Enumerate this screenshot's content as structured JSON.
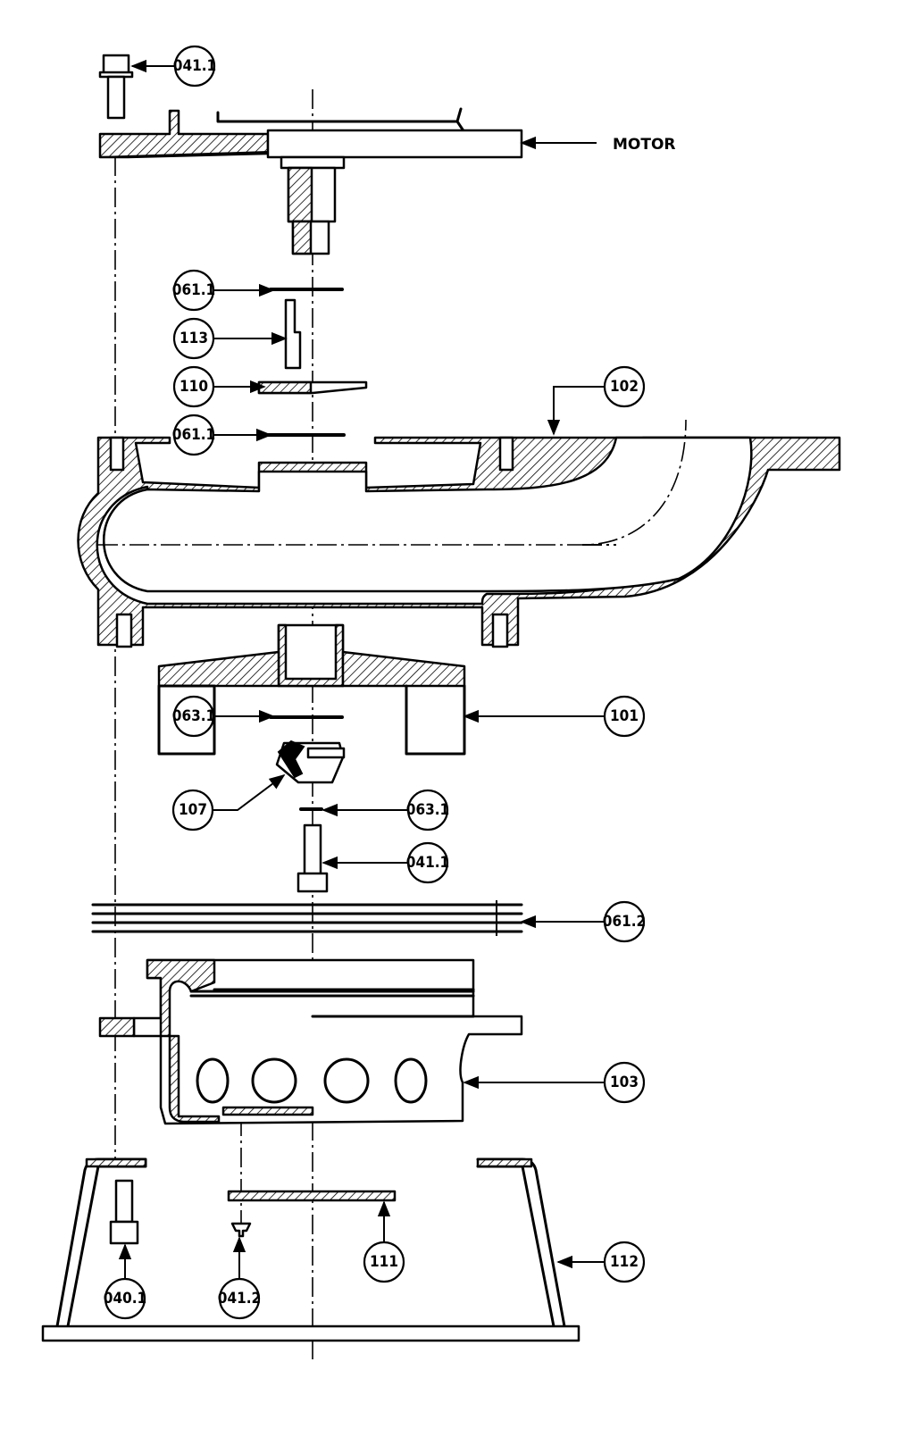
{
  "callouts": [
    {
      "id": "c-041-1-top",
      "label": "041.1"
    },
    {
      "id": "c-061-1-a",
      "label": "061.1"
    },
    {
      "id": "c-113",
      "label": "113"
    },
    {
      "id": "c-110",
      "label": "110"
    },
    {
      "id": "c-102",
      "label": "102"
    },
    {
      "id": "c-061-1-b",
      "label": "061.1"
    },
    {
      "id": "c-063-1-a",
      "label": "063.1"
    },
    {
      "id": "c-101",
      "label": "101"
    },
    {
      "id": "c-107",
      "label": "107"
    },
    {
      "id": "c-063-1-b",
      "label": "063.1"
    },
    {
      "id": "c-041-1-mid",
      "label": "041.1"
    },
    {
      "id": "c-061-2",
      "label": "061.2"
    },
    {
      "id": "c-103",
      "label": "103"
    },
    {
      "id": "c-111",
      "label": "111"
    },
    {
      "id": "c-112",
      "label": "112"
    },
    {
      "id": "c-040-1",
      "label": "040.1"
    },
    {
      "id": "c-041-2",
      "label": "041.2"
    }
  ],
  "motor_label": "MOTOR"
}
